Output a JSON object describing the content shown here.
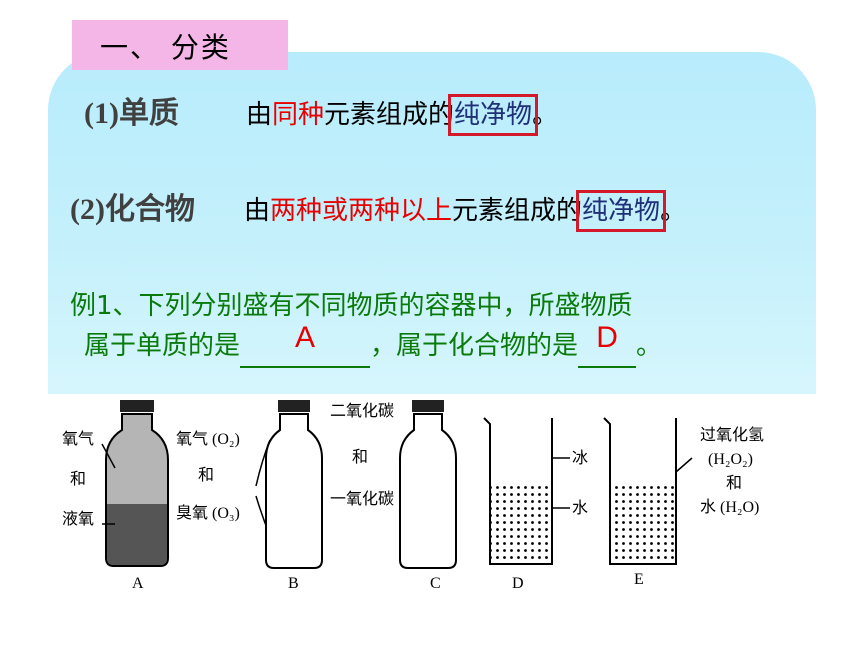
{
  "header": {
    "title": "一、 分类"
  },
  "definitions": {
    "item1": {
      "term": "(1)单质",
      "prefix": "由",
      "highlight": "同种",
      "middle": "元素组成的",
      "boxed": "纯净物",
      "end": "。"
    },
    "item2": {
      "term": "(2)化合物",
      "prefix": "由",
      "highlight": "两种或两种以上",
      "middle": "元素组成的",
      "boxed": "纯净物",
      "end": "。"
    }
  },
  "example": {
    "line1": "例1、下列分别盛有不同物质的容器中，所盛物质",
    "line2_prefix": "属于单质的是",
    "answer1": "A",
    "line2_middle": "，属于化合物的是",
    "answer2": "D",
    "line2_end": "。"
  },
  "figure": {
    "A": {
      "left_labels": [
        "氧气",
        "和",
        "液氧"
      ],
      "right_labels": [
        "氧气 (O₂)",
        "和",
        "臭氧 (O₃)"
      ],
      "caption": "A"
    },
    "B": {
      "caption": "B"
    },
    "C": {
      "labels": [
        "二氧化碳",
        "和",
        "一氧化碳"
      ],
      "caption": "C"
    },
    "D": {
      "labels": [
        "冰",
        "水"
      ],
      "caption": "D"
    },
    "E": {
      "labels": [
        "过氧化氢",
        "(H₂O₂)",
        "和",
        "水 (H₂O)"
      ],
      "caption": "E"
    }
  }
}
